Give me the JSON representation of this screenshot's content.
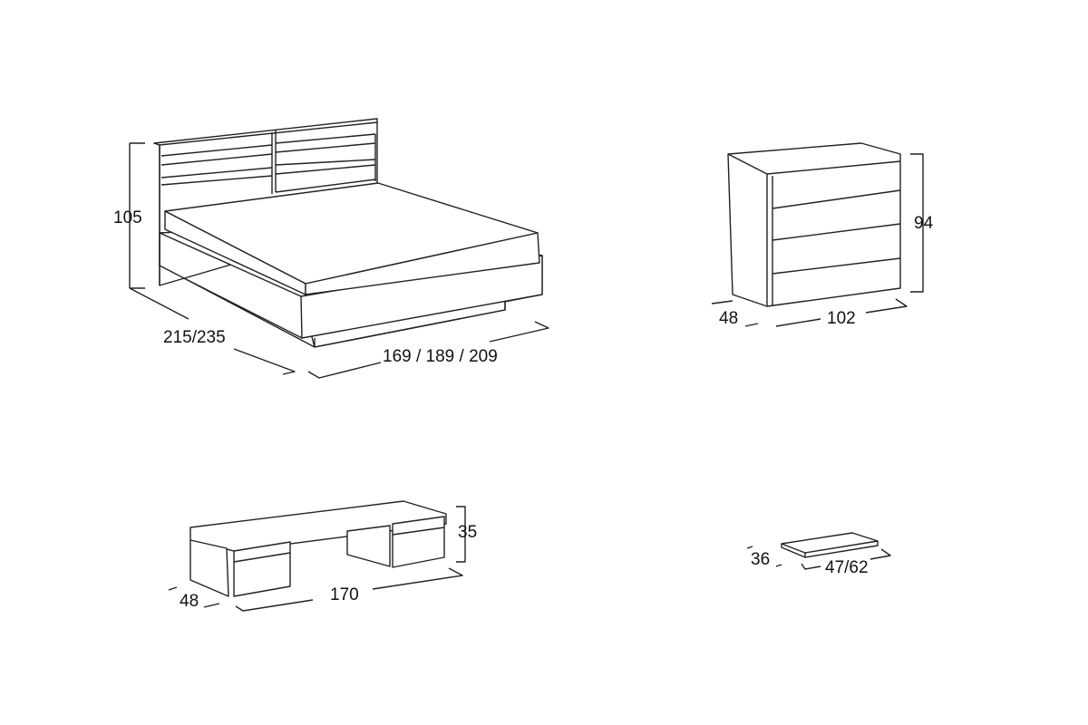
{
  "bed": {
    "height": "105",
    "length": "215/235",
    "width": "169 / 189 / 209"
  },
  "dresser": {
    "height": "94",
    "depth": "48",
    "width": "102"
  },
  "bench": {
    "height": "35",
    "depth": "48",
    "width": "170"
  },
  "shelf": {
    "depth": "36",
    "width": "47/62"
  }
}
